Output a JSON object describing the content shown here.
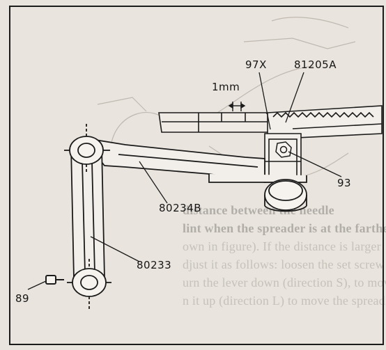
{
  "labels": {
    "dimension": "1mm",
    "p97x": "97X",
    "p81205a": "81205A",
    "p93": "93",
    "p80234b": "80234B",
    "p80233": "80233",
    "p89": "89"
  }
}
